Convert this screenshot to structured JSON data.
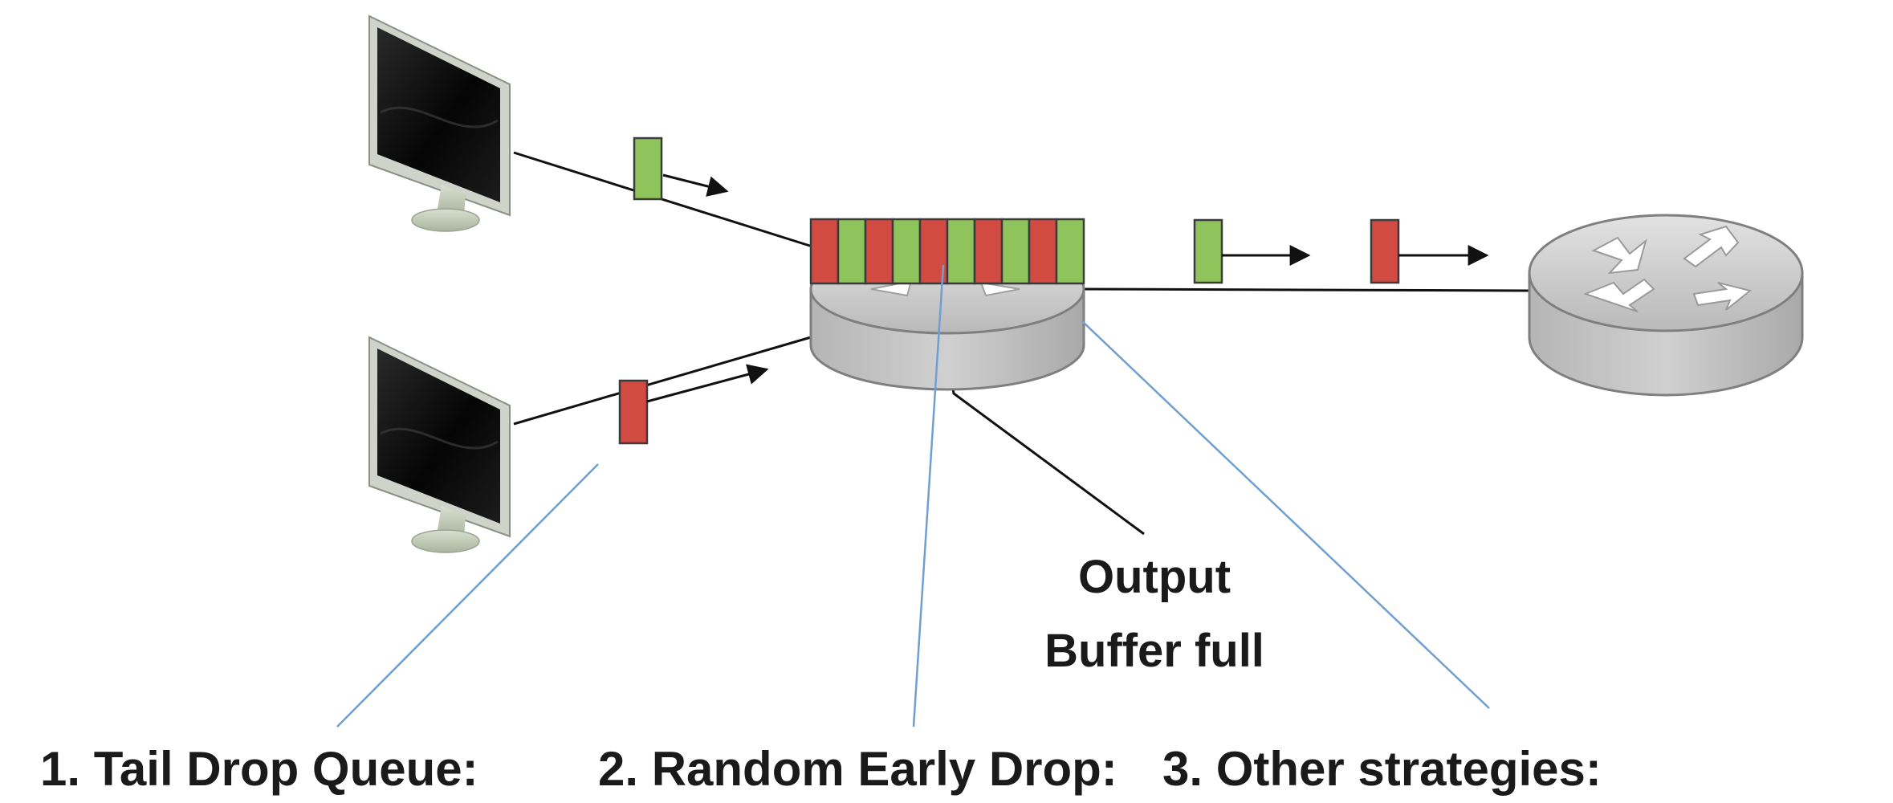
{
  "annotations": {
    "output_buffer_line1": "Output",
    "output_buffer_line2": "Buffer full"
  },
  "strategies": [
    "1. Tail Drop Queue:",
    "2. Random Early Drop:",
    "3. Other strategies:"
  ],
  "colors": {
    "drop_packet": "#d24b43",
    "pass_packet": "#8fc35b",
    "router": "#c8c8c8",
    "router_stroke": "#7f7f7f",
    "callout_line": "#6f9fd1",
    "link": "#111111"
  },
  "buffer_sequence": [
    "red",
    "green",
    "red",
    "green",
    "red",
    "green",
    "red",
    "green",
    "red",
    "green"
  ],
  "icons": [
    "monitor-icon",
    "router-icon",
    "router-arrows-icon"
  ]
}
